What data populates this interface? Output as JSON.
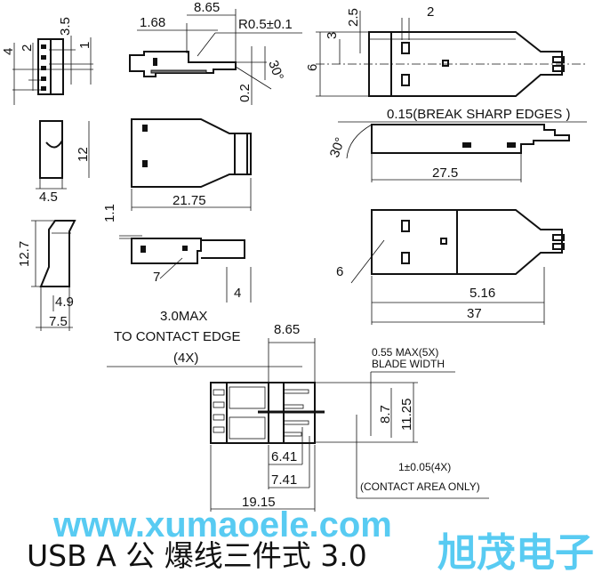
{
  "drawing": {
    "title": "USB A 公  爆线三件式 3.0",
    "watermark_cn": "旭茂电子",
    "watermark_url": "www.xumaoele.com",
    "watermark_color": "#3cc3f0",
    "dims": {
      "end_4": "4",
      "end_2": "2",
      "end_3_5": "3.5",
      "end_1": "1",
      "side_1_68": "1.68",
      "side_8_65": "8.65",
      "side_radius": "R0.5±0.1",
      "side_0_2": "0.2",
      "side_30": "30°",
      "top_2_5": "2.5",
      "top_2": "2",
      "top_3": "3",
      "top_6": "6",
      "shell_12": "12",
      "shell_4_5": "4.5",
      "shell_21_75": "21.75",
      "break_edges": "0.15(BREAK SHARP EDGES )",
      "side2_30": "30°",
      "side2_27_5": "27.5",
      "d_1_1": "1.1",
      "d_12_7": "12.7",
      "d_7": "7",
      "d_4": "4",
      "d_4_9": "4.9",
      "d_7_5": "7.5",
      "d_3_0max": "3.0MAX",
      "d_6": "6",
      "d_5_16": "5.16",
      "d_37": "37",
      "to_contact_edge": "TO CONTACT EDGE",
      "to_contact_4x": "(4X)",
      "bot_8_65": "8.65",
      "blade_max": "0.55 MAX(5X)",
      "blade_width": "BLADE WIDTH",
      "bot_8_7": "8.7",
      "bot_11_25": "11.25",
      "bot_6_41": "6.41",
      "bot_7_41": "7.41",
      "contact_tol": "1±0.05(4X)",
      "contact_area": "(CONTACT AREA ONLY)",
      "bot_19_15": "19.15"
    }
  }
}
